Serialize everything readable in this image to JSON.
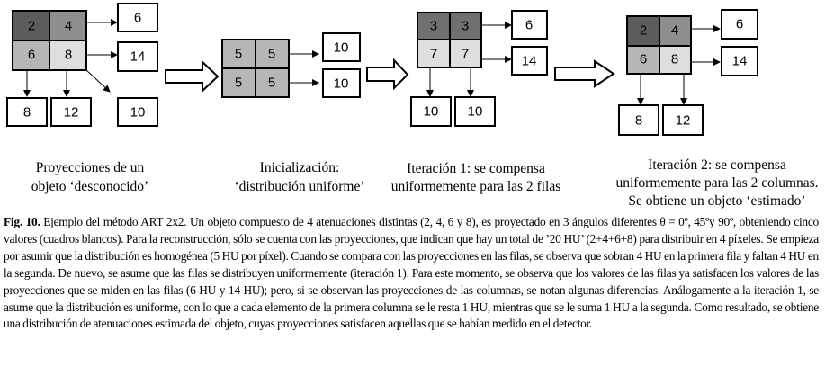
{
  "panels": [
    {
      "grid": [
        "2",
        "4",
        "6",
        "8"
      ],
      "row_proj": [
        "6",
        "14"
      ],
      "col_proj": [
        "8",
        "12"
      ],
      "diag_proj": "10",
      "caption": [
        "Proyecciones de un",
        "objeto ‘desconocido’"
      ]
    },
    {
      "grid": [
        "5",
        "5",
        "5",
        "5"
      ],
      "row_proj": [
        "10",
        "10"
      ],
      "caption": [
        "Inicialización:",
        "‘distribución uniforme’"
      ]
    },
    {
      "grid": [
        "3",
        "3",
        "7",
        "7"
      ],
      "row_proj": [
        "6",
        "14"
      ],
      "col_proj": [
        "10",
        "10"
      ],
      "caption": [
        "Iteración 1: se compensa",
        "uniformemente para las 2 filas"
      ]
    },
    {
      "grid": [
        "2",
        "4",
        "6",
        "8"
      ],
      "row_proj": [
        "6",
        "14"
      ],
      "col_proj": [
        "8",
        "12"
      ],
      "caption": [
        "Iteración 2: se compensa",
        "uniformemente para las 2 columnas.",
        "Se obtiene un objeto ‘estimado’"
      ]
    }
  ],
  "colors": {
    "dark": "#5c5c5c",
    "mid": "#8e8e8e",
    "light": "#b6b6b6",
    "pale": "#dedede",
    "row1": "#707070"
  },
  "figure_caption": {
    "label": "Fig. 10.",
    "text": " Ejemplo del método ART 2x2. Un objeto compuesto de 4 atenuaciones distintas (2, 4, 6 y 8), es proyectado en 3 ángulos diferentes θ = 0º, 45ºy 90º, obteniendo cinco valores (cuadros blancos). Para la reconstrucción, sólo se cuenta con las proyecciones, que indican que hay un total de ’20 HU’ (2+4+6+8) para distribuir en 4 píxeles. Se empieza por asumir que la distribución es homogénea (5 HU por píxel). Cuando se compara con las proyecciones en las filas, se observa que sobran 4 HU en la primera fila y faltan 4 HU en la segunda. De nuevo, se asume que las filas se distribuyen uniformemente (iteración 1). Para este momento, se observa que los valores de las filas ya satisfacen los valores de las proyecciones que se miden en las filas (6 HU y 14 HU); pero, si se observan las proyecciones de las columnas, se notan algunas diferencias. Análogamente a la iteración 1, se asume que la distribución es uniforme, con lo que a cada elemento de la primera columna se le resta 1 HU, mientras que se le suma 1 HU a la segunda. Como resultado, se obtiene una distribución de atenuaciones estimada del objeto, cuyas proyecciones satisfacen aquellas que se habían medido en el detector."
  }
}
